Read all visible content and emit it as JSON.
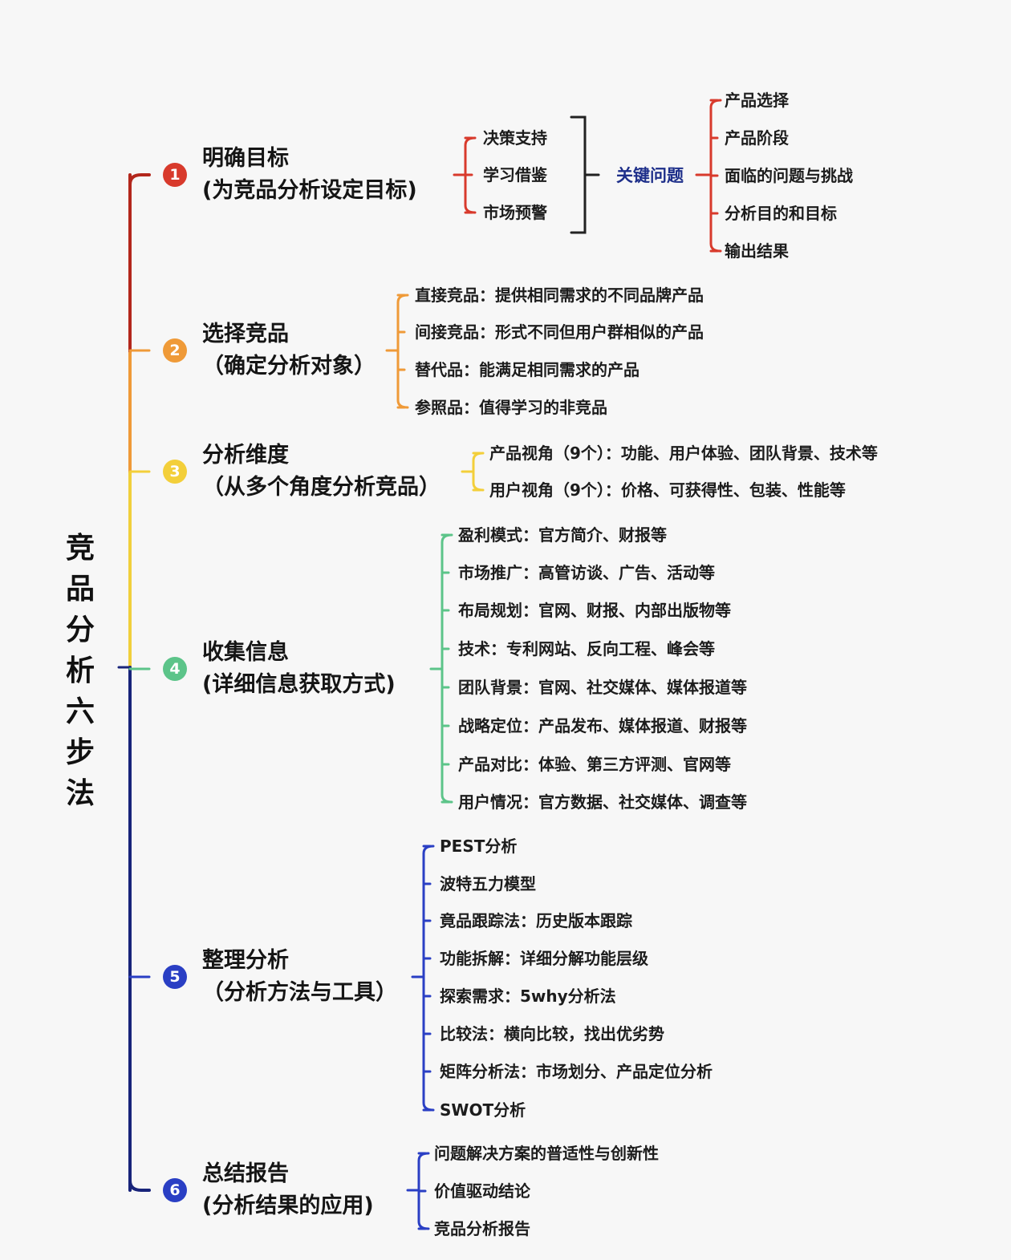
{
  "root_title": "竞品分析六步法",
  "colors": {
    "step1": "#d83a2c",
    "step2": "#ef9a38",
    "step3": "#f3cf3a",
    "step4": "#5cc489",
    "step5": "#2a3fc4",
    "step6": "#2a3fc4",
    "trunk_top": "#b3271c",
    "trunk_mid": "#f0cf3c",
    "trunk_bottom": "#18247a",
    "key_label": "#1e2f8a"
  },
  "steps": [
    {
      "number": "1",
      "title": "明确目标",
      "subtitle": "(为竞品分析设定目标)",
      "items": [
        "决策支持",
        "学习借鉴",
        "市场预警"
      ],
      "key_label": "关键问题",
      "key_items": [
        "产品选择",
        "产品阶段",
        "面临的问题与挑战",
        "分析目的和目标",
        "输出结果"
      ]
    },
    {
      "number": "2",
      "title": "选择竞品",
      "subtitle": "（确定分析对象）",
      "items": [
        "直接竞品：提供相同需求的不同品牌产品",
        "间接竞品：形式不同但用户群相似的产品",
        "替代品：能满足相同需求的产品",
        "参照品：值得学习的非竞品"
      ]
    },
    {
      "number": "3",
      "title": "分析维度",
      "subtitle": "（从多个角度分析竞品）",
      "items": [
        "产品视角（9个）：功能、用户体验、团队背景、技术等",
        "用户视角（9个）：价格、可获得性、包装、性能等"
      ]
    },
    {
      "number": "4",
      "title": "收集信息",
      "subtitle": "(详细信息获取方式)",
      "items": [
        "盈利模式：官方简介、财报等",
        "市场推广：高管访谈、广告、活动等",
        "布局规划：官网、财报、内部出版物等",
        "技术：专利网站、反向工程、峰会等",
        "团队背景：官网、社交媒体、媒体报道等",
        "战略定位：产品发布、媒体报道、财报等",
        "产品对比：体验、第三方评测、官网等",
        "用户情况：官方数据、社交媒体、调查等"
      ]
    },
    {
      "number": "5",
      "title": "整理分析",
      "subtitle": "（分析方法与工具）",
      "items": [
        "PEST分析",
        "波特五力模型",
        "竟品跟踪法：历史版本跟踪",
        "功能拆解：详细分解功能层级",
        "探索需求：5why分析法",
        "比较法：横向比较，找出优劣势",
        "矩阵分析法：市场划分、产品定位分析",
        "SWOT分析"
      ]
    },
    {
      "number": "6",
      "title": "总结报告",
      "subtitle": "(分析结果的应用)",
      "items": [
        "问题解决方案的普适性与创新性",
        "价值驱动结论",
        "竞品分析报告"
      ]
    }
  ]
}
